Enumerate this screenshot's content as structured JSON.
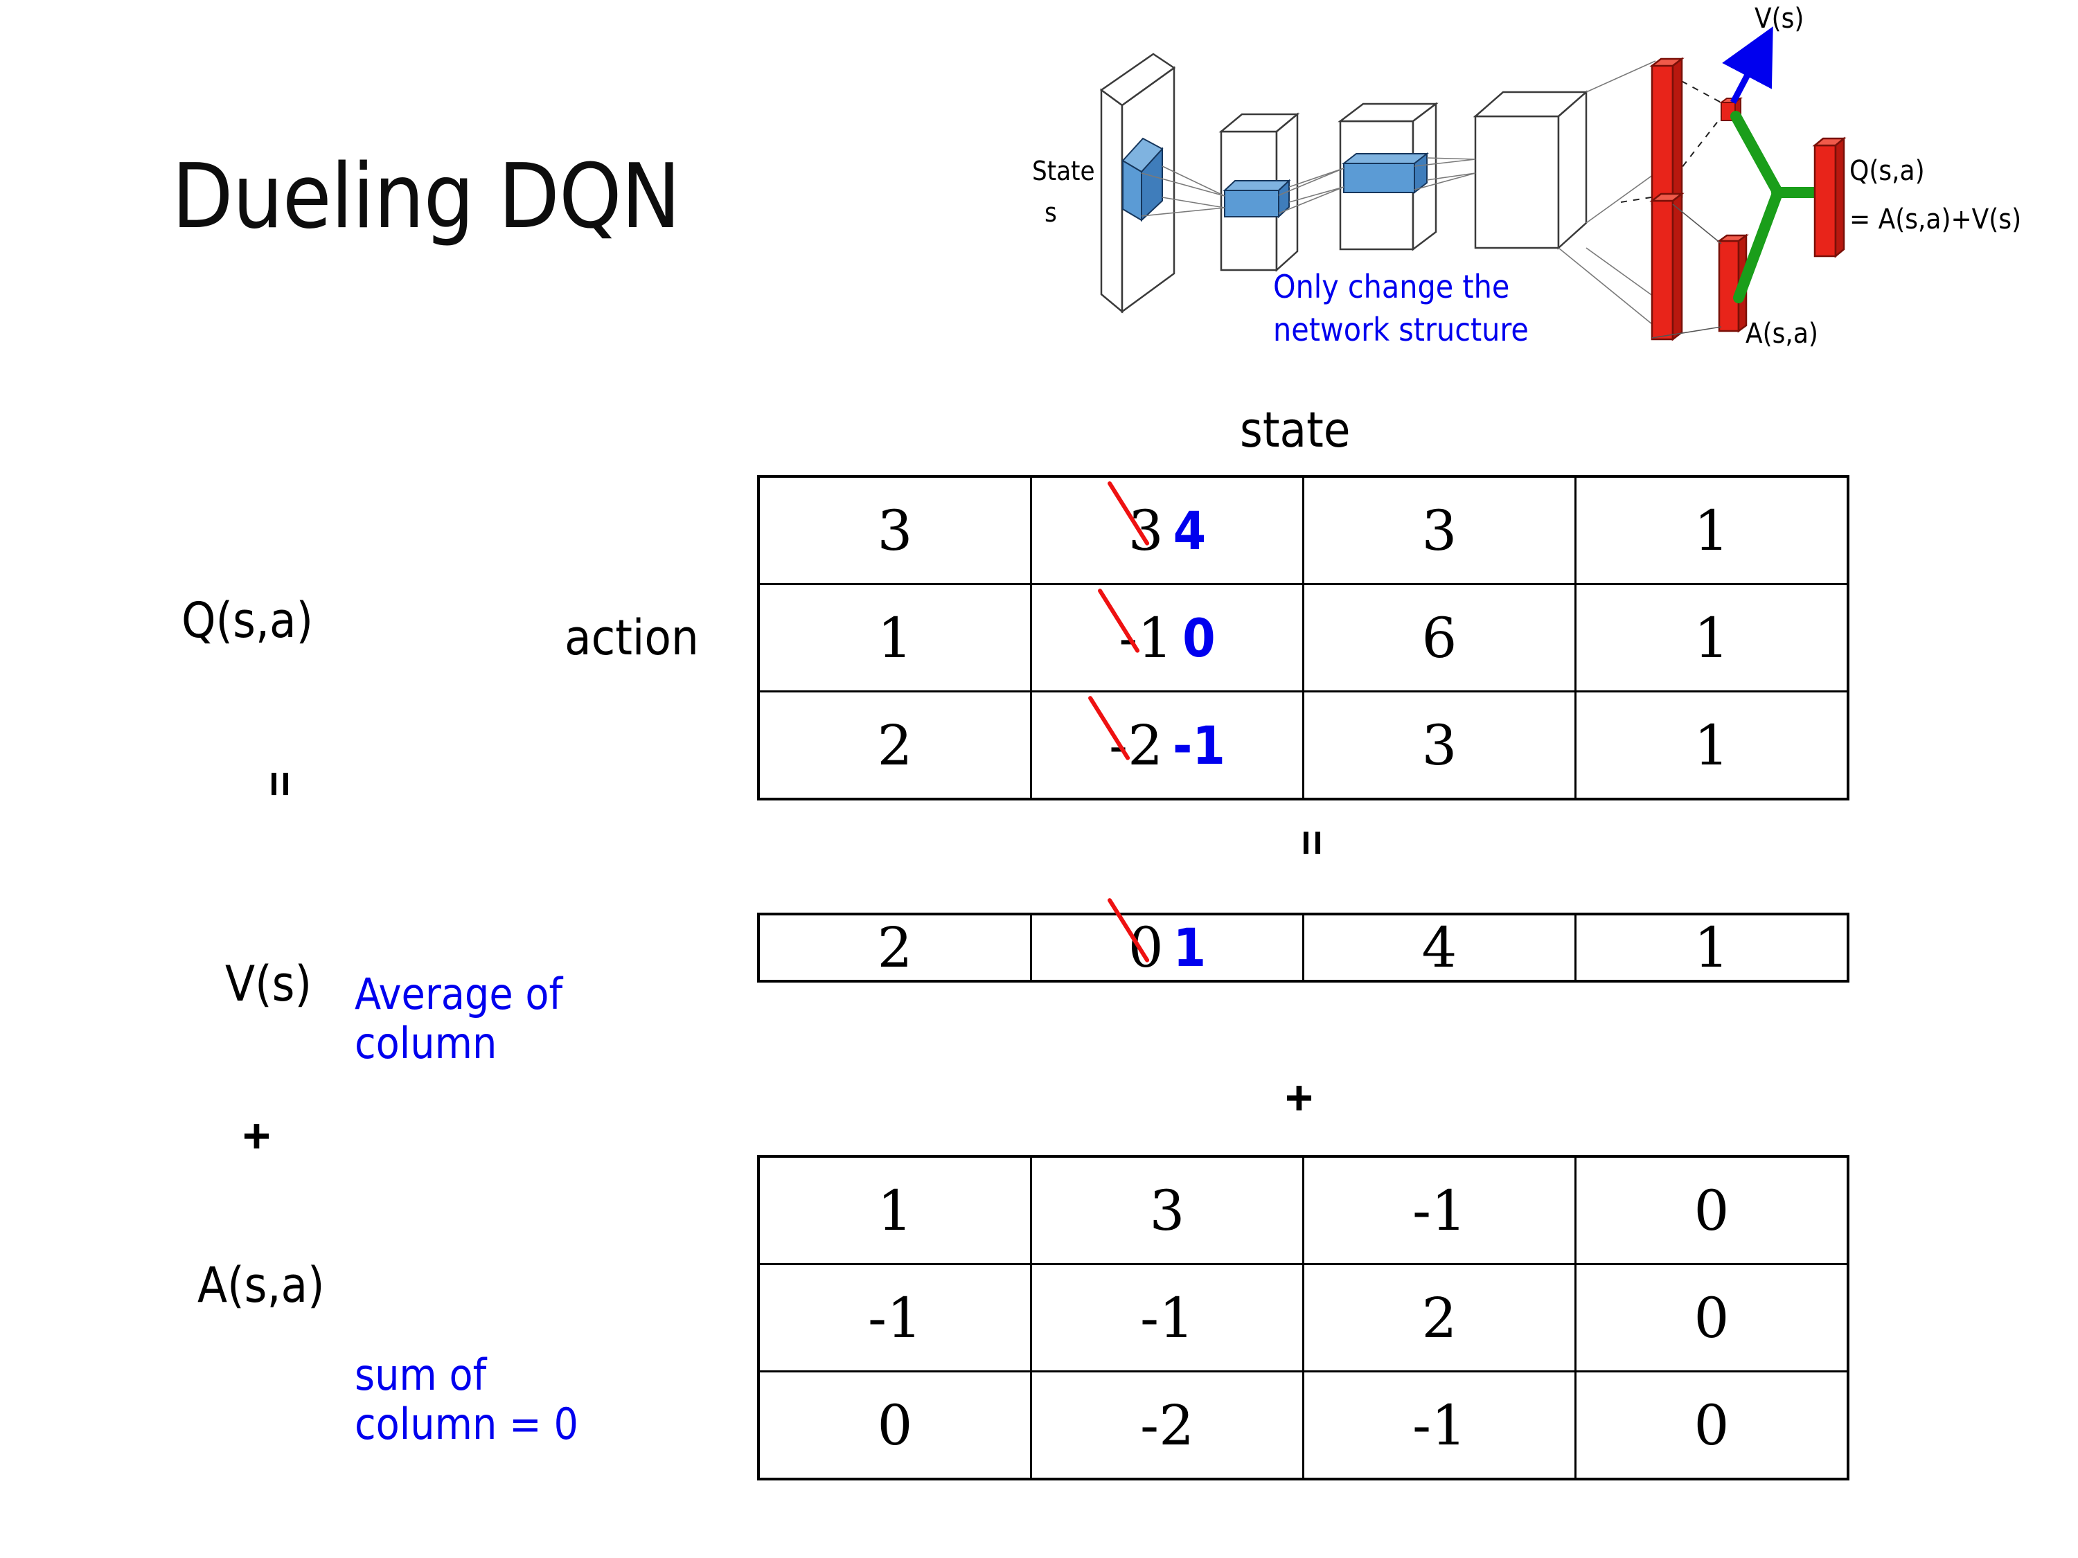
{
  "slide": {
    "title": "Dueling DQN"
  },
  "diagram": {
    "state_label_line1": "State",
    "state_label_line2": "s",
    "v_label": "V(s)",
    "a_label": "A(s,a)",
    "q_label_line1": "Q(s,a)",
    "q_label_line2": "= A(s,a)+V(s)",
    "note_line1": "Only change the",
    "note_line2": "network structure",
    "note_color": "#0000ee",
    "bar_color": "#e8241a",
    "merge_color": "#1a9e1a",
    "arrow_color": "#0000ee",
    "block_color": "#5b9bd5"
  },
  "labels": {
    "q_function": "Q(s,a)",
    "v_function": "V(s)",
    "a_function": "A(s,a)",
    "action_axis": "action",
    "state_axis": "state",
    "equals": "=",
    "plus": "+"
  },
  "annotations": {
    "average_of_column": "Average of column",
    "average_line1": "Average of",
    "average_line2": "column",
    "sum_line1": "sum of",
    "sum_line2": "column = 0",
    "color": "#0000ee",
    "strike_color": "#ee1111"
  },
  "tables": {
    "q_table": {
      "name": "Q(s,a)",
      "rows": [
        [
          {
            "value": "3"
          },
          {
            "value": "3",
            "old": "3",
            "new": "4",
            "edited": true
          },
          {
            "value": "3"
          },
          {
            "value": "1"
          }
        ],
        [
          {
            "value": "1"
          },
          {
            "value": "-1",
            "old": "-1",
            "new": "0",
            "edited": true
          },
          {
            "value": "6"
          },
          {
            "value": "1"
          }
        ],
        [
          {
            "value": "2"
          },
          {
            "value": "-2",
            "old": "-2",
            "new": "-1",
            "edited": true
          },
          {
            "value": "3"
          },
          {
            "value": "1"
          }
        ]
      ]
    },
    "v_table": {
      "name": "V(s)",
      "rows": [
        [
          {
            "value": "2"
          },
          {
            "value": "0",
            "old": "0",
            "new": "1",
            "edited": true
          },
          {
            "value": "4"
          },
          {
            "value": "1"
          }
        ]
      ]
    },
    "a_table": {
      "name": "A(s,a)",
      "rows": [
        [
          {
            "value": "1"
          },
          {
            "value": "3"
          },
          {
            "value": "-1"
          },
          {
            "value": "0"
          }
        ],
        [
          {
            "value": "-1"
          },
          {
            "value": "-1"
          },
          {
            "value": "2"
          },
          {
            "value": "0"
          }
        ],
        [
          {
            "value": "0"
          },
          {
            "value": "-2"
          },
          {
            "value": "-1"
          },
          {
            "value": "0"
          }
        ]
      ]
    }
  }
}
